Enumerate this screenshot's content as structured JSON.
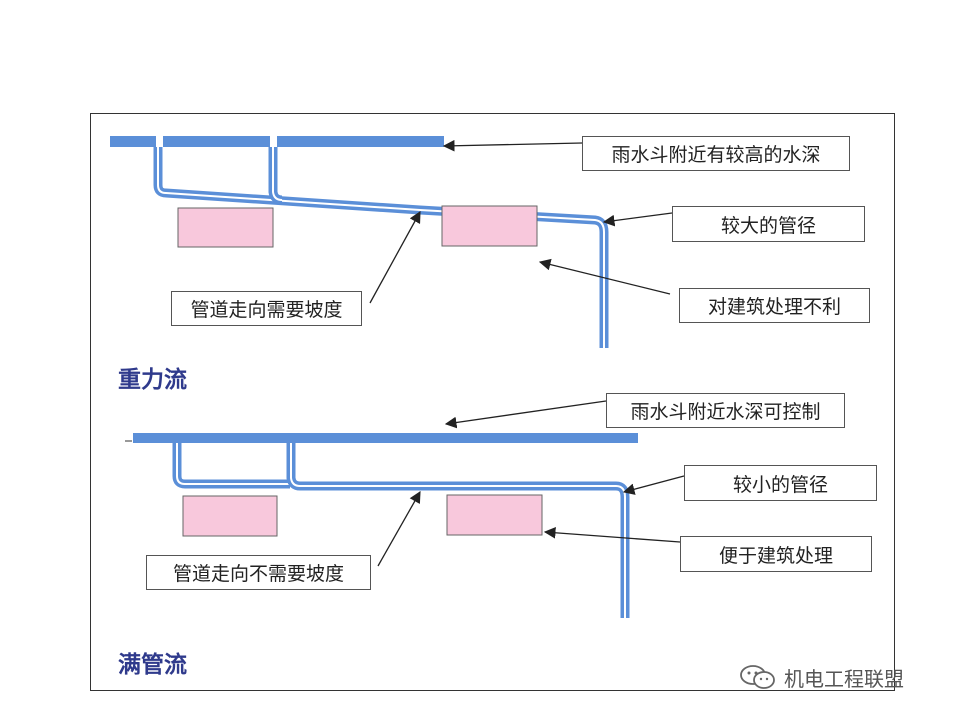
{
  "sections": {
    "gravity": {
      "title": "重力流",
      "labels": {
        "high_water_depth": "雨水斗附近有较高的水深",
        "larger_pipe": "较大的管径",
        "bad_for_building": "对建筑处理不利",
        "needs_slope": "管道走向需要坡度"
      }
    },
    "full_pipe": {
      "title": "满管流",
      "labels": {
        "controllable_depth": "雨水斗附近水深可控制",
        "smaller_pipe": "较小的管径",
        "good_for_building": "便于建筑处理",
        "no_slope": "管道走向不需要坡度"
      }
    }
  },
  "watermark": {
    "text": "机电工程联盟"
  },
  "colors": {
    "pipe": "#5b8fd8",
    "pipe_inner": "#ffffff",
    "block": "#f8c8dc",
    "title": "#2f3a8c"
  }
}
